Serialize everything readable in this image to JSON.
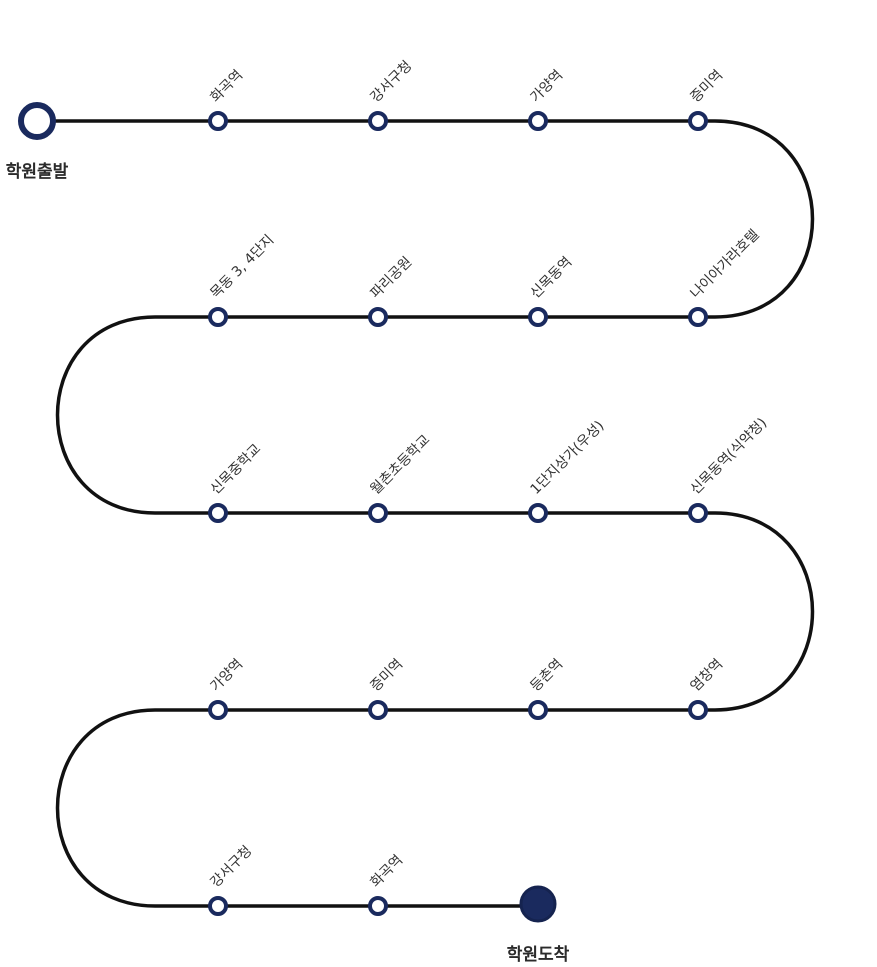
{
  "colors": {
    "line": "#111111",
    "stop_ring": "#1a2a5e",
    "terminal_fill": "#1a2a5e",
    "label": "#333333",
    "background": "#ffffff"
  },
  "start_label": "학원출발",
  "end_label": "학원도착",
  "rows": [
    {
      "stops": [
        "화곡역",
        "강서구청",
        "가양역",
        "증미역"
      ]
    },
    {
      "stops": [
        "목동 3, 4단지",
        "파리공원",
        "신목동역",
        "나이아가라호텔"
      ]
    },
    {
      "stops": [
        "신목중학교",
        "월촌초등학교",
        "1단지상가(우성)",
        "신목동역(식약청)"
      ]
    },
    {
      "stops": [
        "가양역",
        "증미역",
        "등촌역",
        "염창역"
      ]
    },
    {
      "stops": [
        "강서구청",
        "화곡역"
      ]
    }
  ]
}
